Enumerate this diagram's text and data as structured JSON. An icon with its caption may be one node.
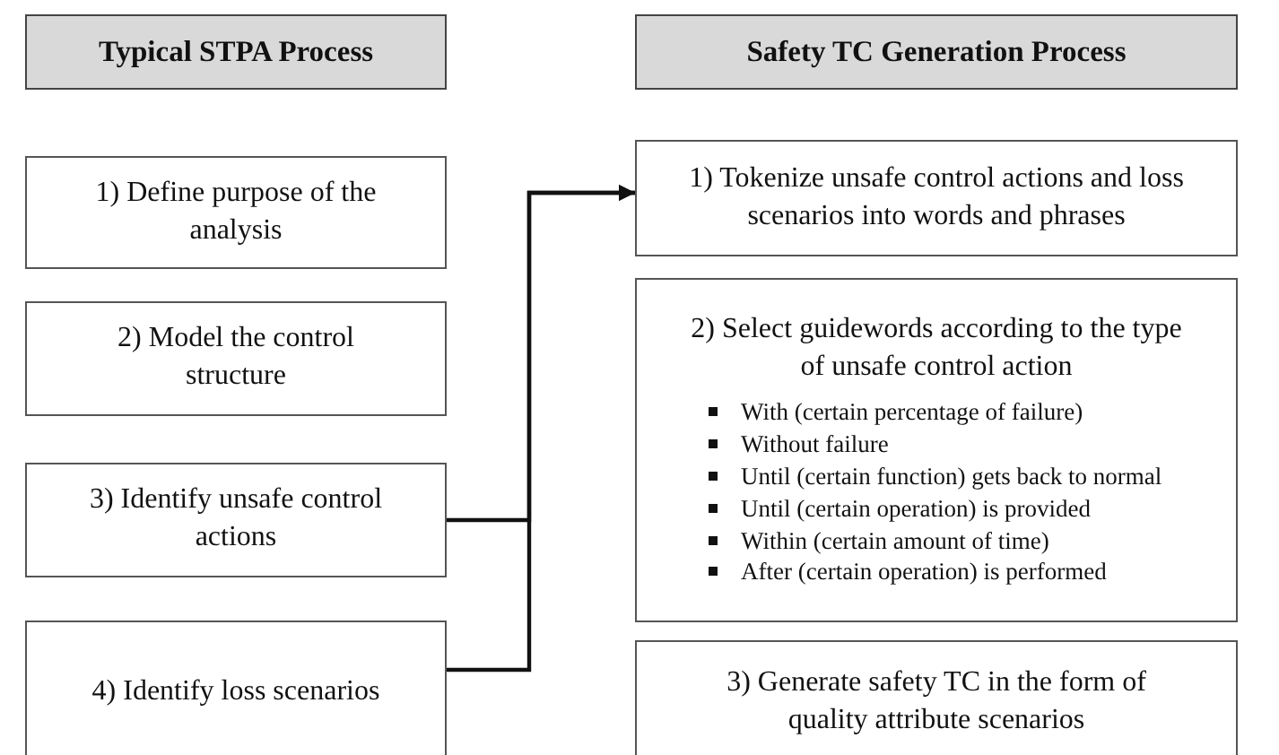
{
  "diagram": {
    "nodes": [
      {
        "text": [
          "Typical STPA Process"
        ]
      },
      {
        "text": [
          "1) Define purpose of the analysis"
        ]
      },
      {
        "text": [
          "2) Model the control structure"
        ]
      },
      {
        "text": [
          "3) Identify unsafe control actions"
        ]
      },
      {
        "text": [
          "4) Identify loss scenarios"
        ]
      },
      {
        "text": [
          "Safety TC Generation Process"
        ]
      },
      {
        "text": [
          "1) Tokenize unsafe control actions and loss scenarios into words and phrases"
        ]
      },
      {
        "text": [
          "2) Select guidewords according to the type of unsafe control action",
          "With (certain percentage of failure)",
          "Without failure",
          "Until (certain function) gets back to normal",
          "Until (certain operation) is provided",
          "Within (certain amount of time)",
          "After (certain operation) is performed"
        ]
      },
      {
        "text": [
          "3) Generate safety TC in the form of quality attribute scenarios"
        ]
      }
    ],
    "edges": [
      {
        "from": 3,
        "to": 6,
        "arrow": "to"
      },
      {
        "from": 4,
        "to": 6,
        "arrow": "to"
      }
    ]
  }
}
